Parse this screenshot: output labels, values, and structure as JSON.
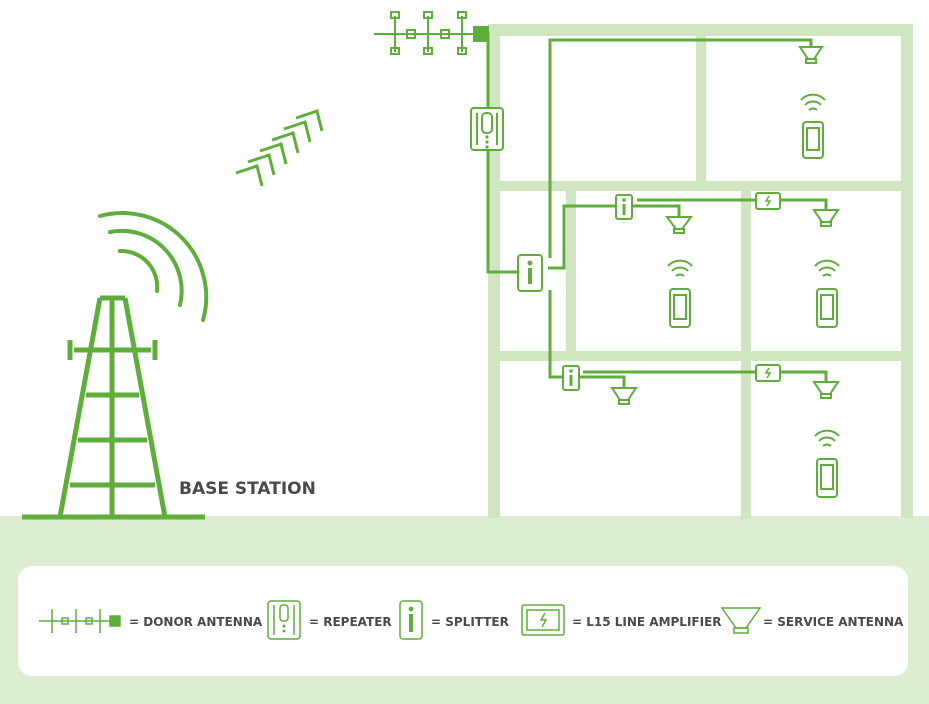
{
  "diagram": {
    "base_station_label": "BASE STATION",
    "legend": {
      "donor_antenna": "= DONOR ANTENNA",
      "repeater": "= REPEATER",
      "splitter": "= SPLITTER",
      "line_amplifier": "= L15 LINE AMPLIFIER",
      "service_antenna": "= SERVICE ANTENNA"
    },
    "colors": {
      "primary": "#5fae3c",
      "wall": "#cfe6c0",
      "ground": "#dcedd0",
      "text": "#4a4a4a"
    }
  }
}
